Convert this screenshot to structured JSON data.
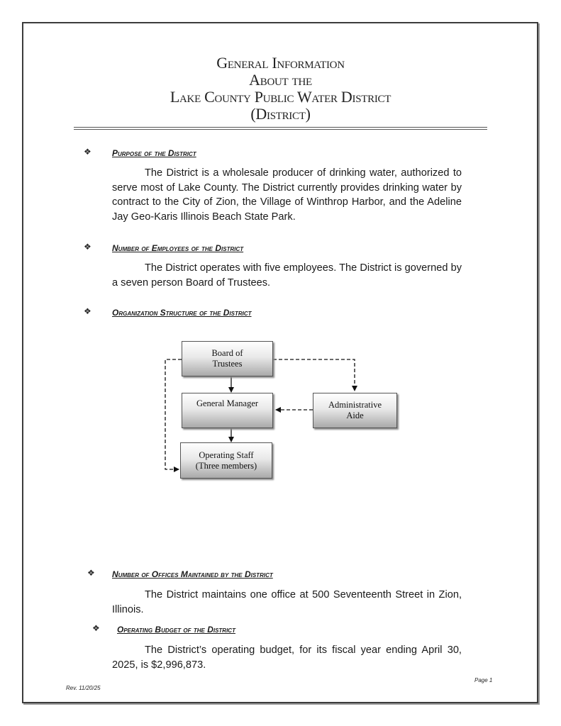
{
  "title": {
    "line1": "General Information",
    "line2": "About the",
    "line3": "Lake County Public Water District",
    "line4": "(District)"
  },
  "sections": {
    "purpose": {
      "heading": "Purpose of the District",
      "body": "The District is a wholesale producer of drinking water, authorized to serve most of Lake County. The District currently provides drinking water by contract to the City of Zion, the Village of Winthrop Harbor, and the Adeline Jay Geo-Karis Illinois Beach State Park."
    },
    "employees": {
      "heading": "Number of Employees of the District",
      "body": "The District operates with five employees. The District is governed by a seven person Board of Trustees."
    },
    "structure": {
      "heading": "Organization Structure of the District"
    },
    "offices": {
      "heading": "Number of Offices Maintained by the District",
      "body": "The District maintains one office at 500 Seventeenth Street in Zion, Illinois."
    },
    "budget": {
      "heading": "Operating Budget of the District",
      "body": "The District’s operating budget, for its fiscal year ending April 30, 2025, is $2,996,873."
    }
  },
  "org_chart": {
    "board": {
      "line1": "Board of",
      "line2": "Trustees"
    },
    "manager": {
      "line1": "General Manager"
    },
    "aide": {
      "line1": "Administrative",
      "line2": "Aide"
    },
    "staff": {
      "line1": "Operating Staff",
      "line2": "(Three members)"
    }
  },
  "footer": {
    "revision": "Rev. 11/20/25",
    "page": "Page 1"
  },
  "icons": {
    "bullet": "diamond-bullet-icon"
  }
}
